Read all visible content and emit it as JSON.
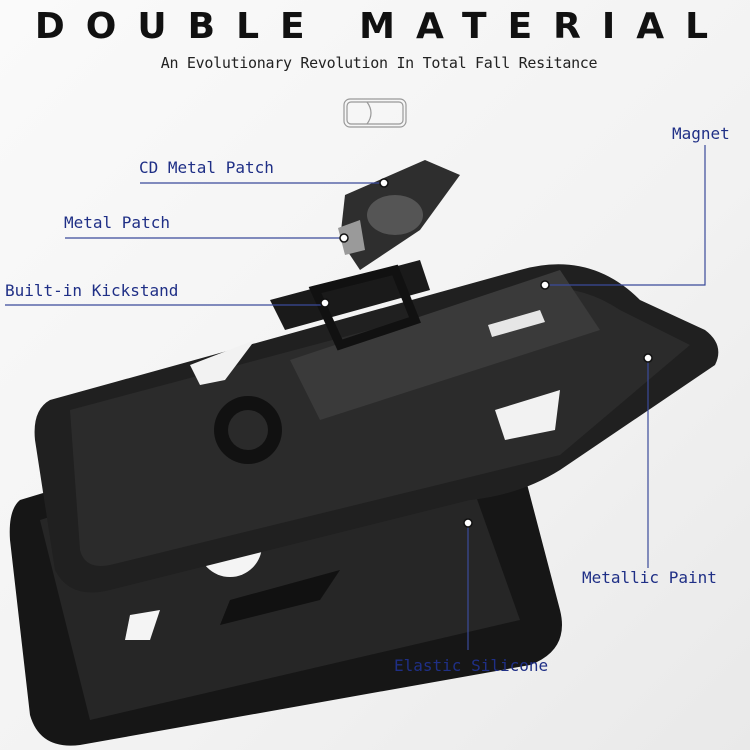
{
  "header": {
    "title": "DOUBLE MATERIAL",
    "subtitle": "An Evolutionary Revolution In Total Fall Resitance"
  },
  "callouts": {
    "magnet": "Magnet",
    "cd_metal_patch": "CD Metal Patch",
    "metal_patch": "Metal Patch",
    "kickstand": "Built-in Kickstand",
    "metallic_paint": "Metallic Paint",
    "elastic_silicone": "Elastic Silicone"
  },
  "colors": {
    "label": "#1f2f86",
    "leader_line": "#3a4a9a",
    "case": "#1b1b1b"
  }
}
